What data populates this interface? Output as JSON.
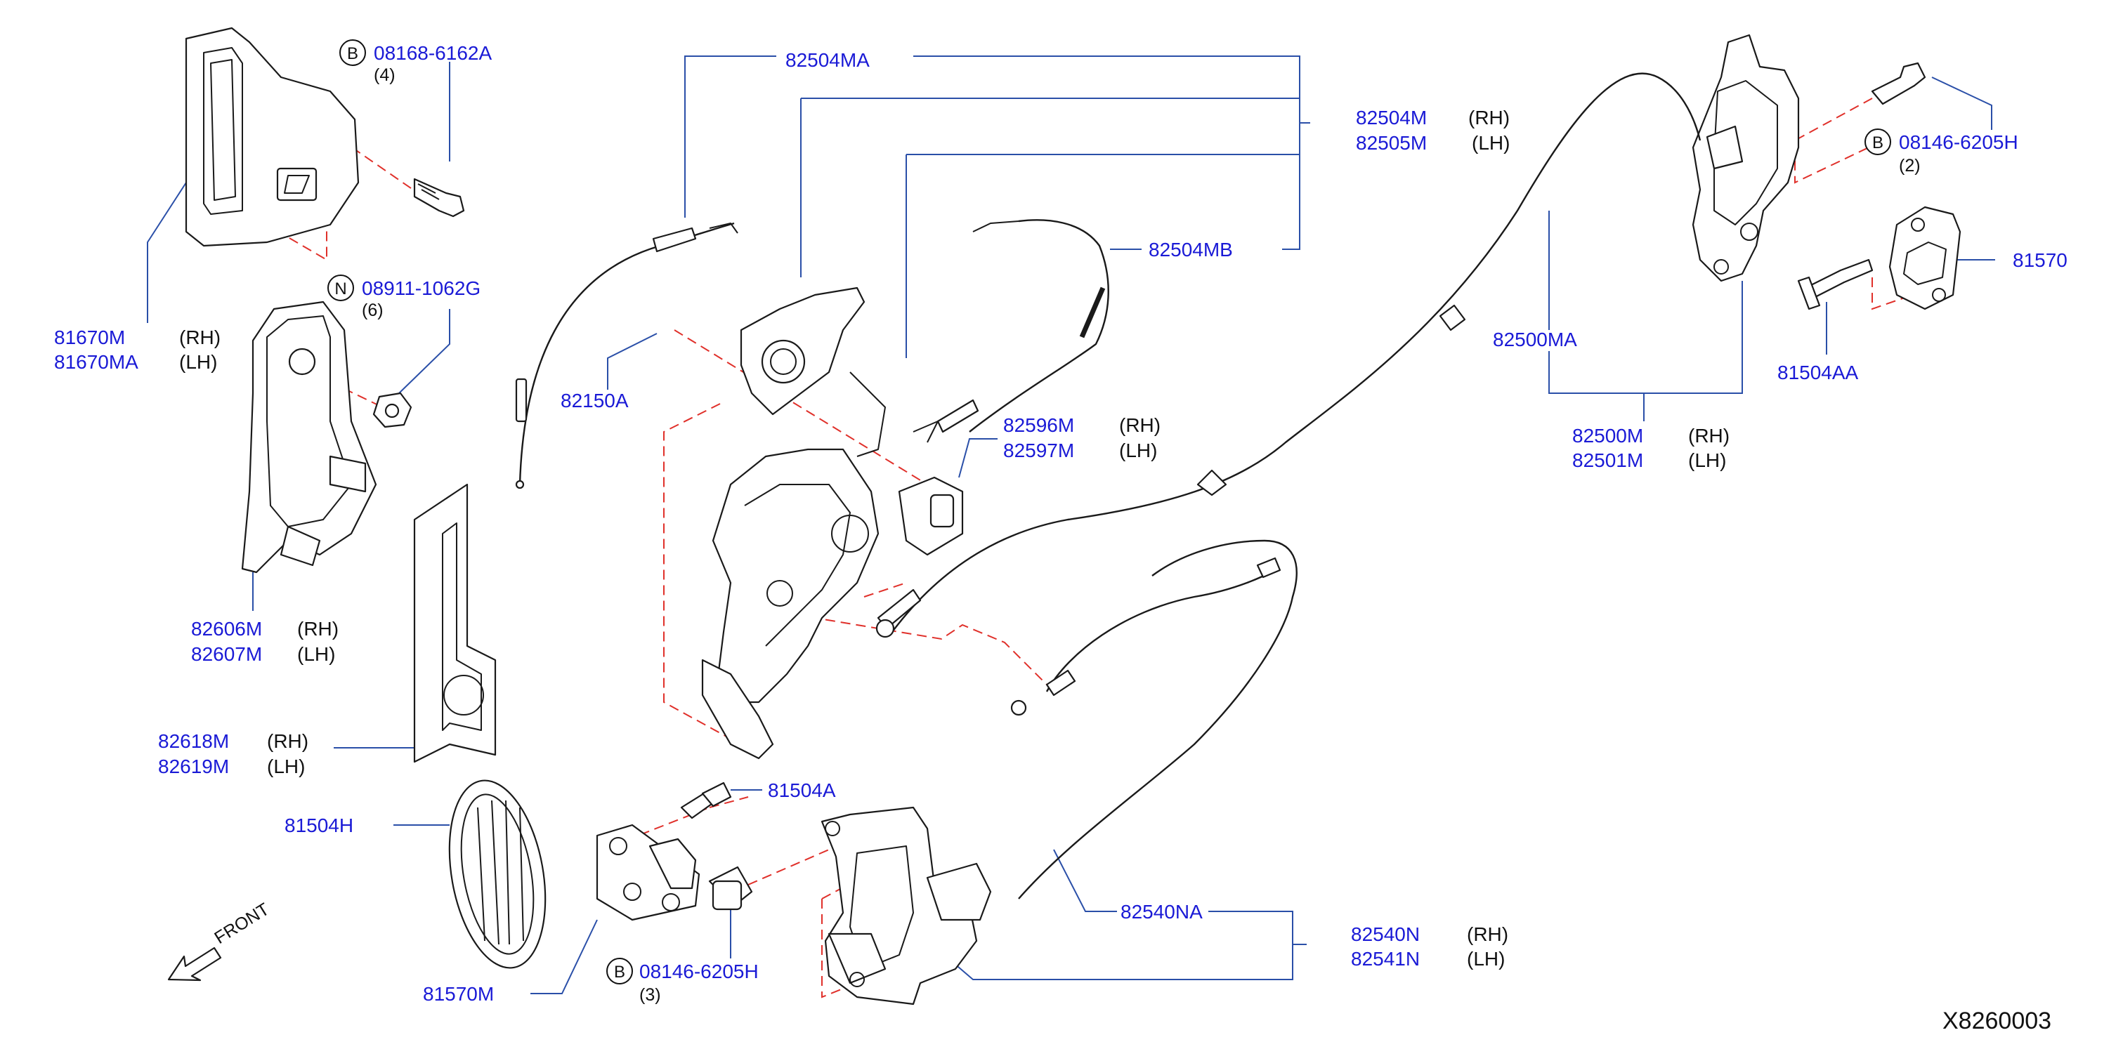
{
  "diagram_code": "X8260003",
  "front_label": "FRONT",
  "side_rh": "(RH)",
  "side_lh": "(LH)",
  "callouts": {
    "p08168_6162A": {
      "prefix": "B",
      "number": "08168-6162A",
      "qty": "(4)"
    },
    "p08911_1062G": {
      "prefix": "N",
      "number": "08911-1062G",
      "qty": "(6)"
    },
    "p08146_6205H_top": {
      "prefix": "B",
      "number": "08146-6205H",
      "qty": "(2)"
    },
    "p08146_6205H_bottom": {
      "prefix": "B",
      "number": "08146-6205H",
      "qty": "(3)"
    }
  },
  "parts": {
    "p81670M": "81670M",
    "p81670MA": "81670MA",
    "p82606M": "82606M",
    "p82607M": "82607M",
    "p82618M": "82618M",
    "p82619M": "82619M",
    "p81504H": "81504H",
    "p81570M": "81570M",
    "p82504MA": "82504MA",
    "p82504M": "82504M",
    "p82505M": "82505M",
    "p82504MB": "82504MB",
    "p82150A": "82150A",
    "p82596M": "82596M",
    "p82597M": "82597M",
    "p81504A": "81504A",
    "p82540NA": "82540NA",
    "p82540N": "82540N",
    "p82541N": "82541N",
    "p82500MA": "82500MA",
    "p82500M": "82500M",
    "p82501M": "82501M",
    "p81570": "81570",
    "p81504AA": "81504AA"
  }
}
